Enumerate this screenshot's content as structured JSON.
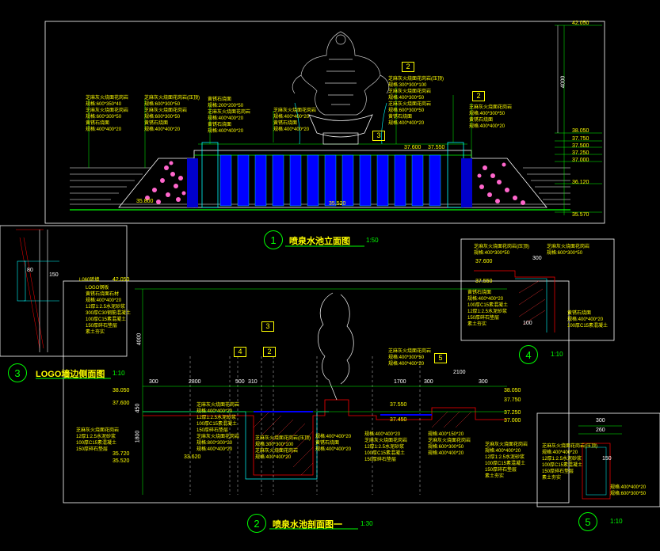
{
  "titles": {
    "t1": "喷泉水池立面图",
    "t1_scale": "1:50",
    "t1_num": "1",
    "t2": "喷泉水池剖面图一",
    "t2_scale": "1:30",
    "t2_num": "2",
    "t3": "LOGO墙边侧面图",
    "t3_scale": "1:10",
    "t3_num": "3",
    "t4_scale": "1:10",
    "t4_num": "4",
    "t5_scale": "1:10",
    "t5_num": "5"
  },
  "elevations": {
    "e1": "42.050",
    "e2": "38.050",
    "e3": "37.750",
    "e4": "37.500",
    "e5": "37.250",
    "e6": "37.000",
    "e7": "36.120",
    "e8": "35.570",
    "e9": "35.520",
    "e10": "35.800",
    "e11": "37.600",
    "e12": "37.550",
    "e13": "42.050",
    "e14": "38.050",
    "e15": "37.600",
    "e16": "35.720",
    "e17": "35.520",
    "e18": "33.620",
    "e19": "37.550",
    "e20": "37.450",
    "e21": "38.050",
    "e22": "37.750",
    "e23": "37.250",
    "e24": "37.000",
    "e25": "37.600",
    "e26": "37.550"
  },
  "dims": {
    "d4000": "4000",
    "d300": "300",
    "d2800": "2800",
    "d500": "500",
    "d310": "310",
    "d1700": "1700",
    "d300b": "300",
    "d2100": "2100",
    "d300c": "300",
    "d80": "80",
    "d150": "150",
    "d100": "100",
    "d300d": "300",
    "d260": "260",
    "d150b": "150",
    "d1800": "1800",
    "d450": "450"
  },
  "tags": {
    "a": "2",
    "b": "3",
    "c": "4",
    "d": "2",
    "e": "3",
    "f": "5",
    "g": "2"
  },
  "notes": {
    "n1": "芝麻灰火烧面花岗岩",
    "n2": "规格:600*350*40",
    "n3": "芝麻灰火烧面花岗岩(压顶)",
    "n4": "规格:600*300*50",
    "n5": "黄锈石烧面",
    "n6": "规格:200*200*50",
    "n7": "规格:400*400*20",
    "n8": "12厚1:2.5水泥砂浆",
    "n9": "100厚C15素混凝土",
    "n10": "150厚碎石垫层",
    "n11": "素土夯实",
    "n12": "L060砖墙",
    "n13": "LOGO钢板",
    "n14": "黄锈石烧面石材",
    "n15": "300厚C30钢筋混凝土",
    "n16": "规格:300*300*100",
    "n17": "规格:400*150*20",
    "n18": "规格:800*300*20",
    "n19": "规格:600*300*50",
    "n20": "规格:400*300*50"
  },
  "colors": {
    "cyan": "#00ffff",
    "yellow": "#ffff00",
    "green": "#00ff00",
    "blue": "#0000ff",
    "white": "#ffffff",
    "red": "#ff0000",
    "pink": "#ff66cc"
  }
}
